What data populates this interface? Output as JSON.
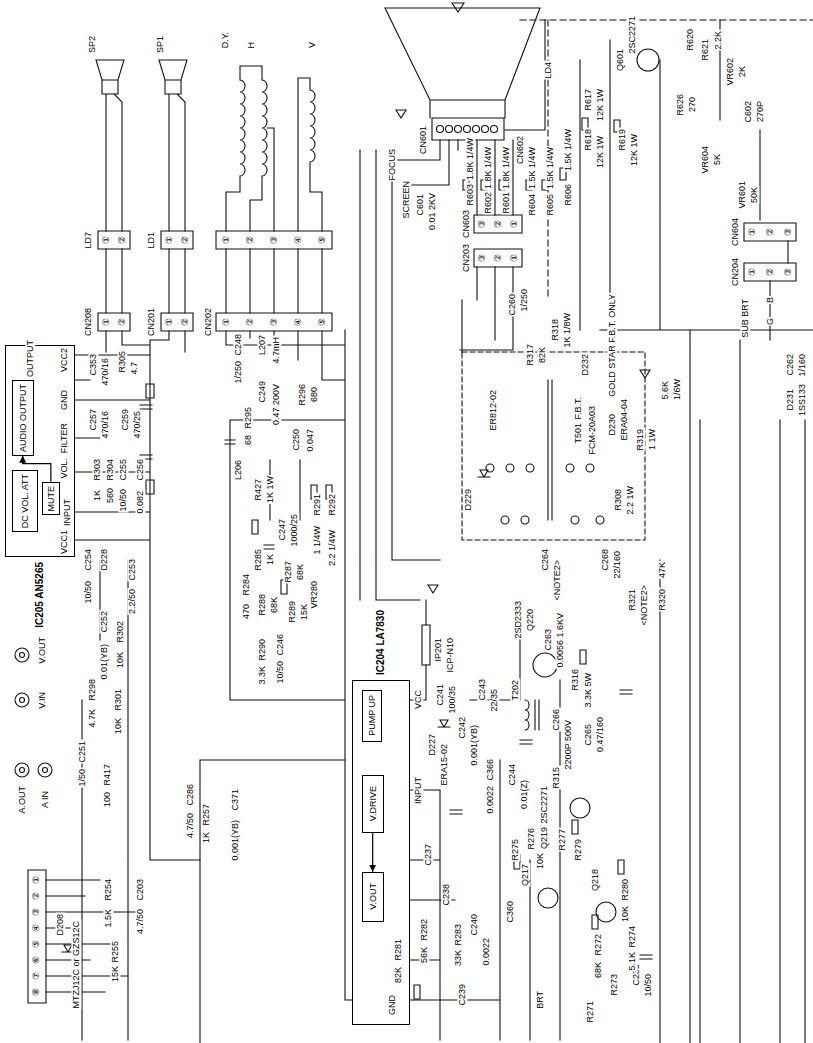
{
  "diagram": {
    "nodes": [
      {
        "text": [
          "IC205 AN5265"
        ]
      },
      {
        "text": [
          "AUDIO OUTPUT"
        ],
        "in": 0
      },
      {
        "text": [
          "DC VOL. ATT"
        ],
        "in": 0
      },
      {
        "text": [
          "MUTE"
        ],
        "in": 0
      },
      {
        "text": [
          "IC204 LA7830"
        ]
      },
      {
        "text": [
          "PUMP UP"
        ],
        "in": 4
      },
      {
        "text": [
          "V.DRIVE"
        ],
        "in": 4
      },
      {
        "text": [
          "V.OUT"
        ],
        "in": 4
      }
    ],
    "edges": [
      {
        "from": 3,
        "to": 1,
        "arrow": "to"
      },
      {
        "from": 6,
        "to": 7,
        "arrow": "to"
      }
    ],
    "labels": [
      "SP2",
      "SP1",
      "D.Y.",
      "H",
      "V",
      "LD7",
      "①",
      "②",
      "LD1",
      "①",
      "②",
      "①",
      "②",
      "③",
      "④",
      "⑤",
      "CN208",
      "①",
      "②",
      "CN201",
      "①",
      "②",
      "CN202",
      "①",
      "②",
      "③",
      "④",
      "⑤",
      "C353",
      "470/16",
      "C257",
      "470/16",
      "C259",
      "470/25",
      "R305",
      "4.7",
      "R303",
      "1K",
      "R304",
      "560",
      "C255",
      "10/50",
      "C256",
      "0.082",
      "C254",
      "10/50",
      "C253",
      "2.2/50",
      "D228",
      "R302",
      "10K",
      "C252",
      "0.01(YB)",
      "R298",
      "4.7K",
      "R301",
      "10K",
      "C251",
      "1/50",
      "R417",
      "100",
      "OUTPUT",
      "VCC2",
      "GND",
      "FILTER",
      "VOL.",
      "INPUT",
      "VCC1",
      "V.OUT",
      "V.IN",
      "A.OUT",
      "A IN",
      "①",
      "②",
      "③",
      "④",
      "⑤",
      "⑥",
      "⑦",
      "⑧",
      "R254",
      "1.5K",
      "C203",
      "4.7/50",
      "R255",
      "15K",
      "D208",
      "MTZJ12C or GZS12C",
      "C286",
      "4.7/50",
      "R257",
      "1K",
      "C371",
      "0.001(YB)",
      "L207",
      "4.7mH",
      "C248",
      "1/250",
      "C249",
      "0.47 200V",
      "R295",
      "68",
      "R296",
      "680",
      "C250",
      "0.047",
      "L206",
      "R427",
      "1K 1W",
      "C247",
      "1000/25",
      "R291",
      "1 1/4W",
      "R292",
      "2.2 1/4W",
      "R285",
      "1K",
      "R287",
      "68K",
      "VR280",
      "R288",
      "68K",
      "R289",
      "15K",
      "R284",
      "470",
      "C246",
      "10/50",
      "R290",
      "3.3K",
      "IP201",
      "ICP-N10",
      "C243",
      "22/35",
      "2SD2333",
      "Q220",
      "C264",
      "<NOTE2>",
      "C263",
      "0.0056 1.6KV",
      "T202",
      "R316",
      "3.3K 5W",
      "C265",
      "0.47/160",
      "C266",
      "2200P 500V",
      "R315",
      "2SC2271",
      "Q219",
      "C268",
      "22/160",
      "R321",
      "<NOTE2>",
      "R320",
      "47K",
      "D229",
      "ER812-02",
      "F.B.T.",
      "T501",
      "FCM-20A03",
      "GOLD STAR F.B.T. ONLY",
      "D230",
      "ERA04-04",
      "R319",
      "1 1W",
      "R308",
      "2.2 1W",
      "5.6K",
      "1/6W",
      "CN603",
      "③",
      "②",
      "①",
      "CN203",
      "③",
      "②",
      "①",
      "FOCUS",
      "SCREEN",
      "C601",
      "0.01 2KV",
      "CN601",
      "CN602",
      "LD4",
      "R603",
      "1.8K 1/4W",
      "R602",
      "1.8K 1/4W",
      "R601",
      "1.8K 1/4W",
      "R604",
      "1.5K 1/4W",
      "R605",
      "1.5K 1/4W",
      "R606",
      "1.5K 1/4W",
      "R617",
      "12K 1W",
      "R618",
      "12K 1W",
      "R619",
      "12K 1W",
      "2SC2271",
      "Q601",
      "R620",
      "R621",
      "2.2K",
      "VR602",
      "2K",
      "C602",
      "270P",
      "R626",
      "270",
      "VR604",
      "5K",
      "VR601",
      "50K",
      "CN604",
      "①",
      "②",
      "③",
      "CN204",
      "①",
      "②",
      "③",
      "SUB BRT",
      "B",
      "G",
      "C260",
      "1/250",
      "R317",
      "82K",
      "R318",
      "1K 1/8W",
      "D232",
      "C262",
      "1/160",
      "D231",
      "1SS133",
      "VCC",
      "INPUT",
      "GND",
      "C241",
      "100/35",
      "D227",
      "ERA15-02",
      "C242",
      "0.001(YB)",
      "C366",
      "0.0022",
      "C244",
      "0.01(Z)",
      "C237",
      "C238",
      "R282",
      "56K",
      "R281",
      "82K",
      "R283",
      "33K",
      "C240",
      "0.0022",
      "C239",
      "R275",
      "R276",
      "10K",
      "R277",
      "Q217",
      "C360",
      "Q218",
      "R279",
      "R280",
      "10K",
      "BRT",
      "R271",
      "R272",
      "68K",
      "R273",
      "C235",
      "10/50",
      "R274",
      "5.1K"
    ]
  }
}
